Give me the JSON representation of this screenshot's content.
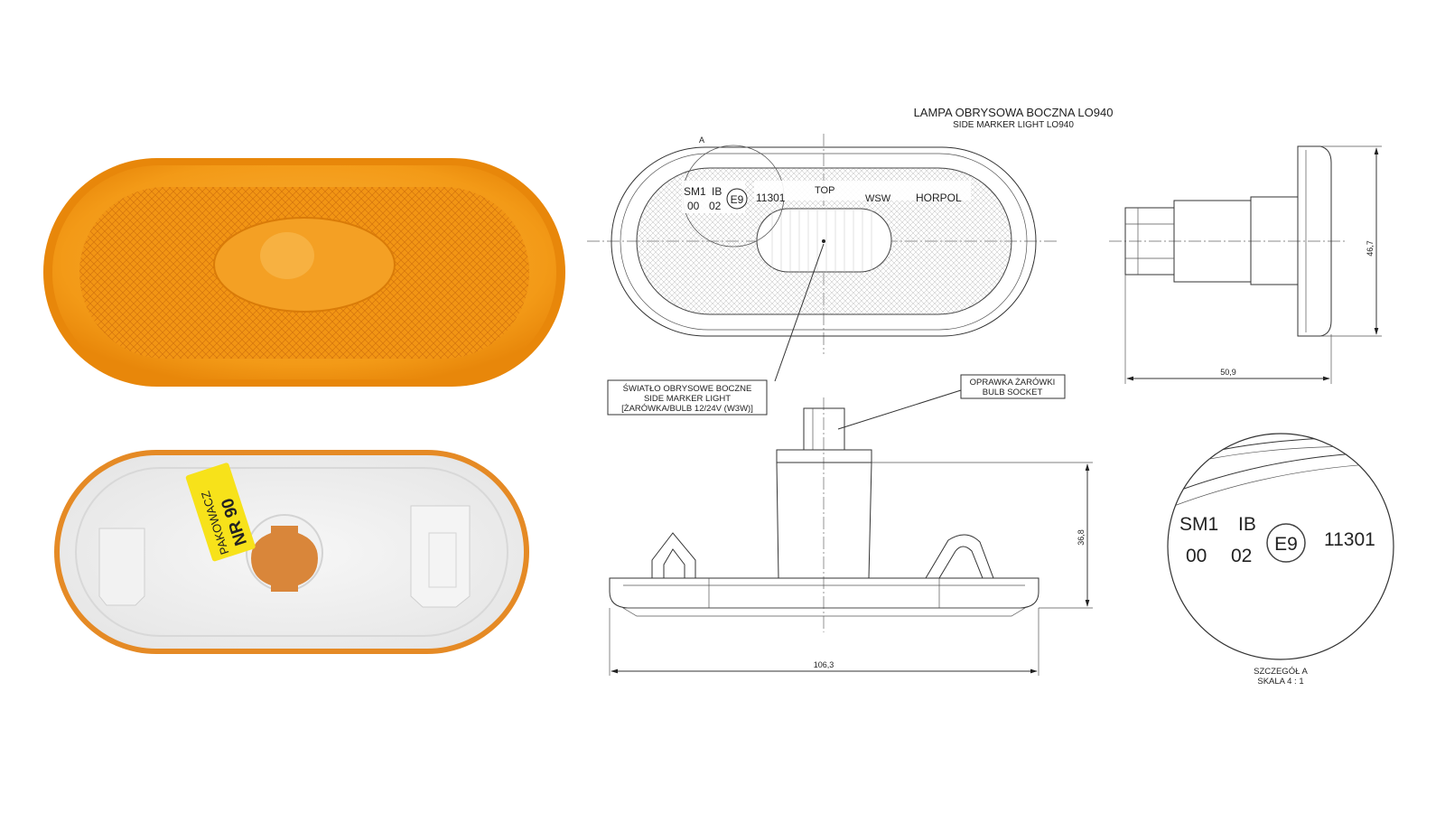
{
  "title": {
    "line1": "LAMPA OBRYSOWA BOCZNA LO940",
    "line2": "SIDE MARKER LIGHT LO940"
  },
  "lens_markings": {
    "sm1": "SM1",
    "ib": "IB",
    "e9": "E9",
    "approval": "11301",
    "code1": "00",
    "code2": "02",
    "top": "TOP",
    "wsw": "WSW",
    "brand": "HORPOL"
  },
  "detail_label": "A",
  "callouts": {
    "light": {
      "line1": "ŚWIATŁO OBRYSOWE BOCZNE",
      "line2": "SIDE MARKER LIGHT",
      "line3": "[ŻARÓWKA/BULB 12/24V (W3W)]"
    },
    "socket": {
      "line1": "OPRAWKA ŻARÓWKI",
      "line2": "BULB SOCKET"
    }
  },
  "dimensions": {
    "height": "46,7",
    "depth": "50,9",
    "socket_height": "36,8",
    "length": "106,3"
  },
  "detail_view": {
    "caption1": "SZCZEGÓŁ A",
    "caption2": "SKALA 4 : 1"
  },
  "sticker": {
    "line1": "PAKOWACZ",
    "line2": "NR 90"
  },
  "colors": {
    "amber": "#f7a21c",
    "amber_dark": "#e8880a",
    "sticker_yellow": "#f7e21a",
    "housing_white": "#efefef"
  }
}
